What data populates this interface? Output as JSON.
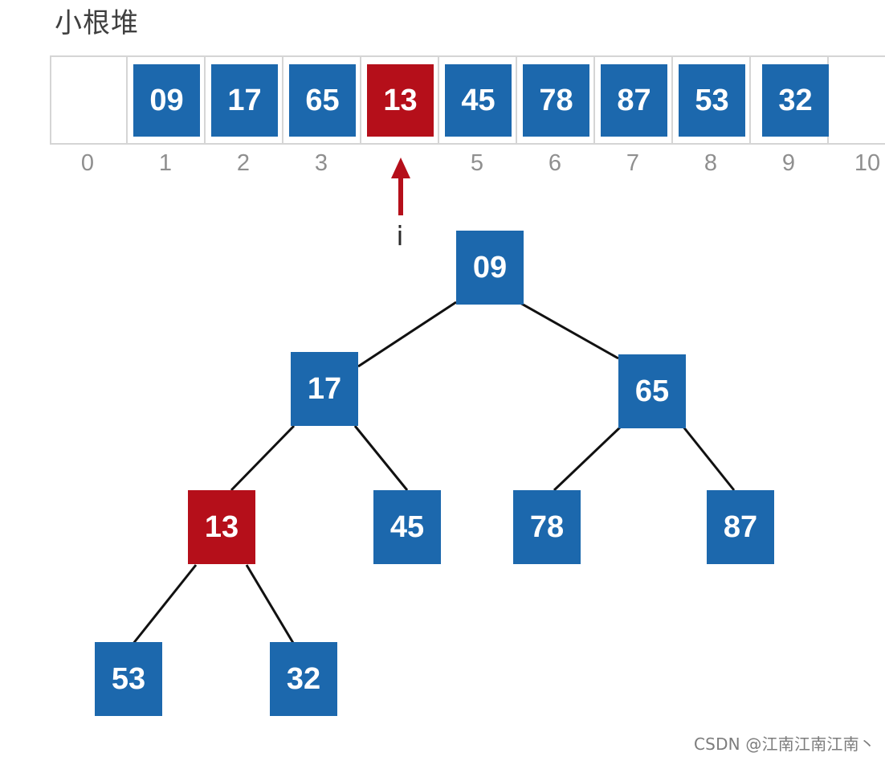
{
  "title": "小根堆",
  "heap": {
    "array_values": [
      "09",
      "17",
      "65",
      "13",
      "45",
      "78",
      "87",
      "53",
      "32"
    ],
    "indices": [
      "0",
      "1",
      "2",
      "3",
      "5",
      "6",
      "7",
      "8",
      "9",
      "10"
    ],
    "pointer_label": "i",
    "highlight_value": "13",
    "tree_nodes": [
      "09",
      "17",
      "65",
      "13",
      "45",
      "78",
      "87",
      "53",
      "32"
    ]
  },
  "colors": {
    "node_blue": "#1c68ad",
    "node_red": "#b50f1a",
    "arrow_red": "#b50f1a",
    "edge_black": "#111111",
    "strip_border": "#d5d5d5",
    "index_gray": "#8f8f8f"
  },
  "watermark": "CSDN @江南江南江南丶"
}
